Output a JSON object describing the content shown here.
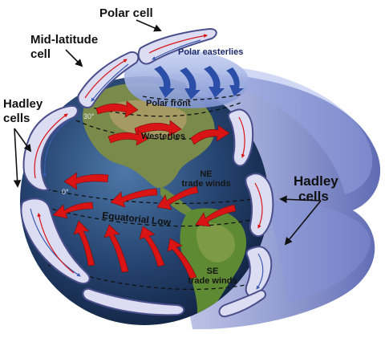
{
  "labels": {
    "polar_cell": "Polar cell",
    "mid_latitude_cell_line1": "Mid-latitude",
    "mid_latitude_cell_line2": "cell",
    "hadley_cells_left_line1": "Hadley",
    "hadley_cells_left_line2": "cells",
    "hadley_cells_right_line1": "Hadley",
    "hadley_cells_right_line2": "cells",
    "polar_easterlies": "Polar easterlies",
    "polar_front": "Polar front",
    "westerlies": "Westerlies",
    "ne_trade_winds_line1": "NE",
    "ne_trade_winds_line2": "trade winds",
    "equatorial_low": "Equatorial Low",
    "se_trade_winds_line1": "SE",
    "se_trade_winds_line2": "trade winds",
    "lat_30": "30°",
    "lat_0": "0°"
  },
  "colors": {
    "wind_arrow": "#d81414",
    "polar_arrow": "#2b4fa8",
    "cell_fill": "#dcdcf2",
    "cell_stroke": "#4a4f8c",
    "globe_ocean": "#1f3a6b",
    "cap_fill": "#8aa0d8"
  }
}
